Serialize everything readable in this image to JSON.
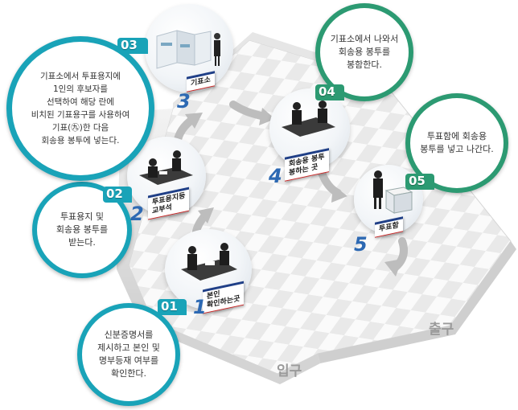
{
  "floor_labels": {
    "entrance": "입구",
    "exit": "출구"
  },
  "stations": [
    {
      "number": "1",
      "sign": "본인\n확인하는곳"
    },
    {
      "number": "2",
      "sign": "투표용지등\n교부석"
    },
    {
      "number": "3",
      "sign": "기표소"
    },
    {
      "number": "4",
      "sign": "회송용 봉투\n봉하는 곳"
    },
    {
      "number": "5",
      "sign": "투표함"
    }
  ],
  "callouts": [
    {
      "badge": "01",
      "text": "신분증명서를\n제시하고 본인 및\n명부등재 여부를\n확인한다."
    },
    {
      "badge": "02",
      "text": "투표용지 및\n회송용 봉투를\n받는다."
    },
    {
      "badge": "03",
      "text": "기표소에서 투표용지에\n1인의 후보자를\n선택하여 해당 란에\n비치된 기표용구를 사용하여\n기표(㊈)한 다음\n회송용 봉투에 넣는다."
    },
    {
      "badge": "04",
      "text": "기표소에서 나와서\n회송용 봉투를\n봉함한다."
    },
    {
      "badge": "05",
      "text": "투표함에 회송용\n봉투를 넣고 나간다."
    }
  ],
  "colors": {
    "teal": "#19a3b8",
    "green": "#2c9a72",
    "step_number": "#2d69b3",
    "sign_border": "#1f3f87",
    "floor_text": "#9a9a9a"
  }
}
